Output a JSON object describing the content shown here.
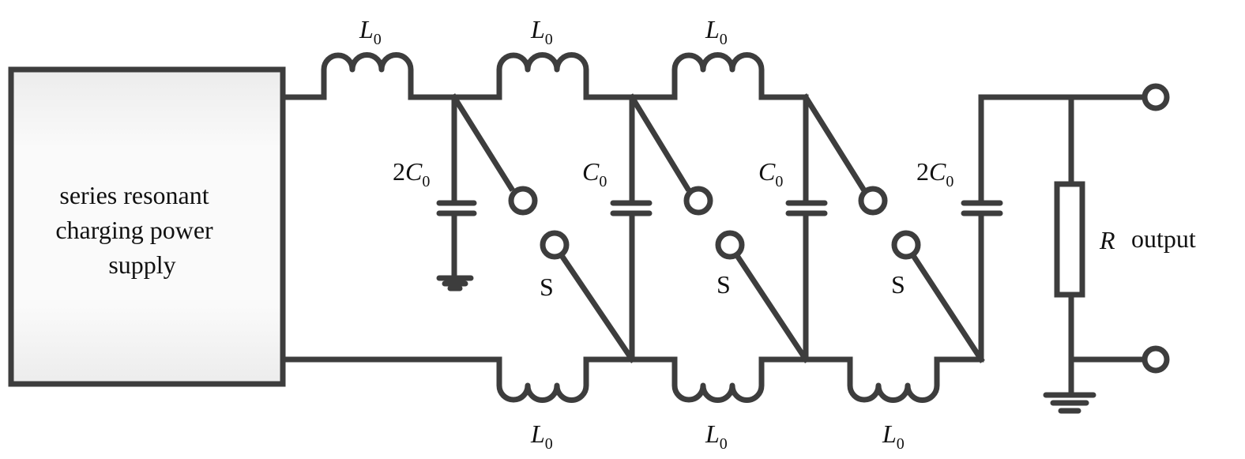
{
  "supply": {
    "line1": "series resonant",
    "line2": "charging power",
    "line3": "supply"
  },
  "labels": {
    "inductor_symbol": "L",
    "inductor_subscript": "0",
    "cap_double_prefix": "2",
    "cap_symbol": "C",
    "cap_subscript": "0",
    "switch": "S",
    "resistor_symbol": "R",
    "output": "output"
  },
  "colors": {
    "wire": "#3d3d3d",
    "box_fill": "#f2f2f2"
  }
}
